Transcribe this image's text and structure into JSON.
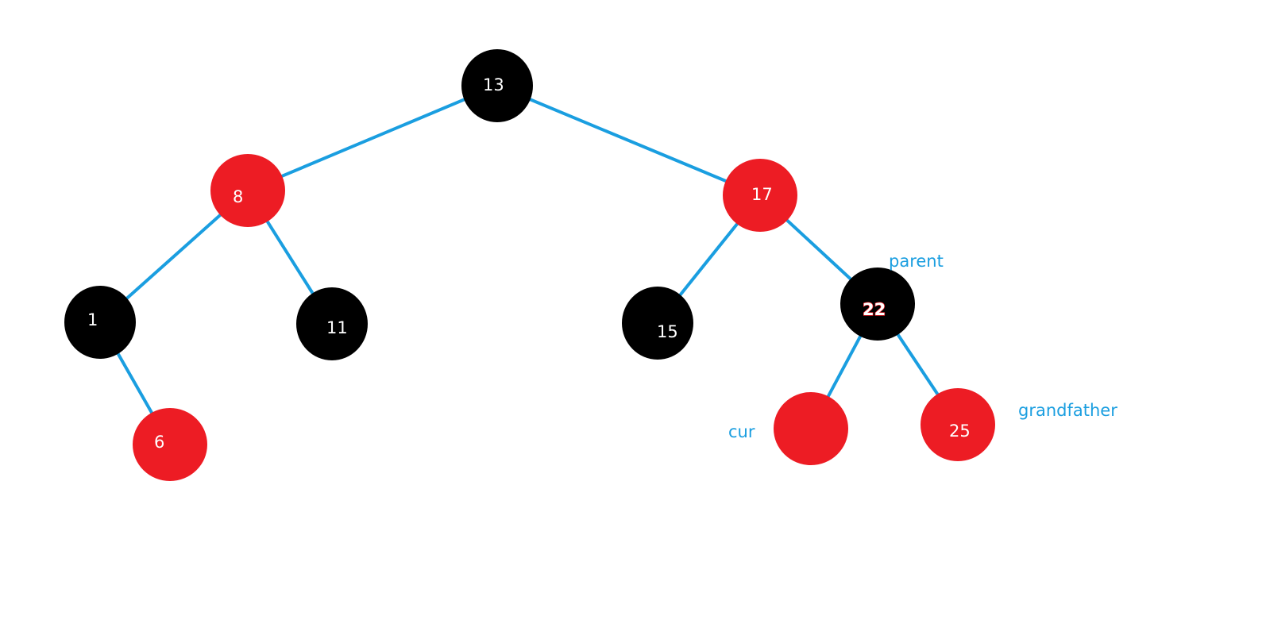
{
  "colors": {
    "black_node": "#000000",
    "red_node": "#ed1c24",
    "edge": "#1a9ee0",
    "annotation": "#1a9ee0",
    "node_text": "#ffffff"
  },
  "nodes": [
    {
      "id": "n13",
      "label": "13",
      "color": "black"
    },
    {
      "id": "n8",
      "label": "8",
      "color": "red"
    },
    {
      "id": "n17",
      "label": "17",
      "color": "red"
    },
    {
      "id": "n1",
      "label": "1",
      "color": "black"
    },
    {
      "id": "n11",
      "label": "11",
      "color": "black"
    },
    {
      "id": "n6",
      "label": "6",
      "color": "red"
    },
    {
      "id": "n15",
      "label": "15",
      "color": "black"
    },
    {
      "id": "n22",
      "label": "22",
      "color": "black"
    },
    {
      "id": "ncur",
      "label": "",
      "color": "red"
    },
    {
      "id": "n25",
      "label": "25",
      "color": "red"
    }
  ],
  "edges": [
    [
      "n13",
      "n8"
    ],
    [
      "n13",
      "n17"
    ],
    [
      "n8",
      "n1"
    ],
    [
      "n8",
      "n11"
    ],
    [
      "n1",
      "n6"
    ],
    [
      "n17",
      "n15"
    ],
    [
      "n17",
      "n22"
    ],
    [
      "n22",
      "ncur"
    ],
    [
      "n22",
      "n25"
    ]
  ],
  "annotations": {
    "parent": "parent",
    "cur": "cur",
    "grandfather": "grandfather"
  }
}
